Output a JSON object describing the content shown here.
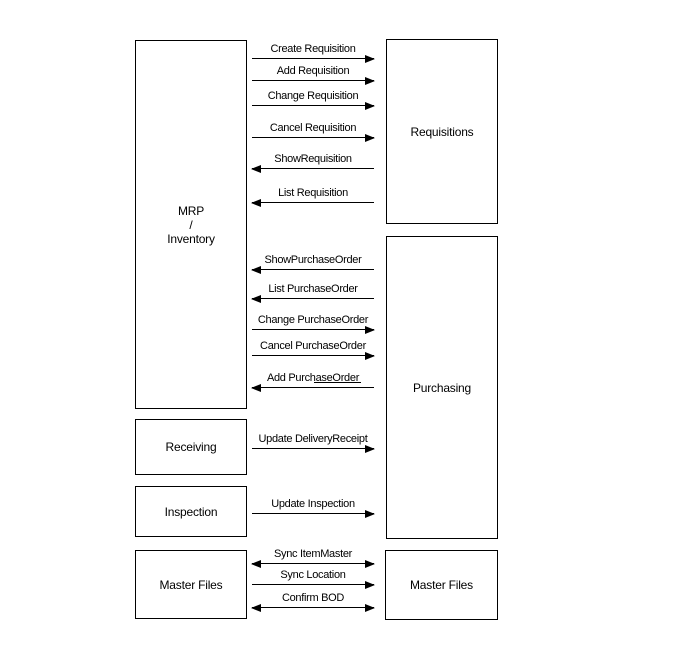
{
  "colors": {
    "background": "#ffffff",
    "line": "#000000",
    "text": "#000000"
  },
  "boxes": {
    "mrp_inventory": {
      "line1": "MRP",
      "line2": "/",
      "line3": "Inventory"
    },
    "receiving": {
      "label": "Receiving"
    },
    "inspection": {
      "label": "Inspection"
    },
    "master_files_left": {
      "label": "Master Files"
    },
    "requisitions": {
      "label": "Requisitions"
    },
    "purchasing": {
      "label": "Purchasing"
    },
    "master_files_right": {
      "label": "Master Files"
    }
  },
  "arrows": [
    {
      "label": "Create Requisition",
      "direction": "right",
      "from": "MRP / Inventory",
      "to": "Requisitions"
    },
    {
      "label": "Add Requisition",
      "direction": "right",
      "from": "MRP / Inventory",
      "to": "Requisitions"
    },
    {
      "label": "Change Requisition",
      "direction": "right",
      "from": "MRP / Inventory",
      "to": "Requisitions"
    },
    {
      "label": "Cancel Requisition",
      "direction": "right",
      "from": "MRP / Inventory",
      "to": "Requisitions"
    },
    {
      "label": "ShowRequisition",
      "direction": "left",
      "from": "Requisitions",
      "to": "MRP / Inventory"
    },
    {
      "label": "List Requisition",
      "direction": "left",
      "from": "Requisitions",
      "to": "MRP / Inventory"
    },
    {
      "label": "ShowPurchaseOrder",
      "direction": "left",
      "from": "Purchasing",
      "to": "MRP / Inventory"
    },
    {
      "label": "List PurchaseOrder",
      "direction": "left",
      "from": "Purchasing",
      "to": "MRP / Inventory"
    },
    {
      "label": "Change PurchaseOrder",
      "direction": "right",
      "from": "MRP / Inventory",
      "to": "Purchasing"
    },
    {
      "label": "Cancel PurchaseOrder",
      "direction": "right",
      "from": "MRP / Inventory",
      "to": "Purchasing"
    },
    {
      "label": "Add PurchaseOrder",
      "direction": "left",
      "from": "Purchasing",
      "to": "MRP / Inventory"
    },
    {
      "label": "Update DeliveryReceipt",
      "direction": "right",
      "from": "Receiving",
      "to": "Purchasing"
    },
    {
      "label": "Update Inspection",
      "direction": "right",
      "from": "Inspection",
      "to": "Purchasing"
    },
    {
      "label": "Sync ItemMaster",
      "direction": "both",
      "from": "Master Files",
      "to": "Master Files"
    },
    {
      "label": "Sync Location",
      "direction": "right",
      "from": "Master Files",
      "to": "Master Files"
    },
    {
      "label": "Confirm BOD",
      "direction": "both",
      "from": "Master Files",
      "to": "Master Files"
    }
  ]
}
